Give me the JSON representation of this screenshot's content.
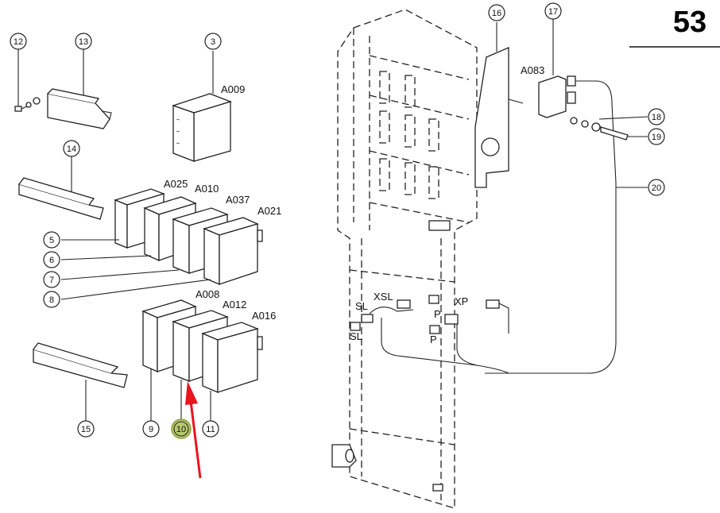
{
  "page_number": "53",
  "callouts": [
    "12",
    "13",
    "3",
    "14",
    "5",
    "6",
    "7",
    "8",
    "9",
    "10",
    "11",
    "15",
    "16",
    "17",
    "18",
    "19",
    "20"
  ],
  "highlighted_callout": "10",
  "highlight_color": "#b5c96a",
  "arrow_color": "#e8141e",
  "module_labels": {
    "a009": "A009",
    "a025": "A025",
    "a010": "A010",
    "a037": "A037",
    "a021": "A021",
    "a008": "A008",
    "a012": "A012",
    "a016": "A016",
    "a083": "A083"
  },
  "connector_labels": {
    "sl_top": "SL",
    "xsl": "XSL",
    "p_top": "P",
    "xp": "XP",
    "sl_bottom": "SL",
    "p_bottom": "P"
  }
}
